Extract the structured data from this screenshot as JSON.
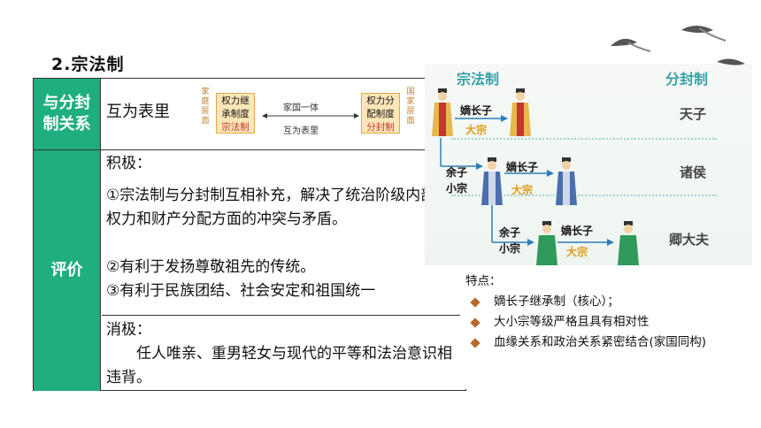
{
  "slide": {
    "title": "2.宗法制"
  },
  "table": {
    "rows": [
      {
        "header": "与分封制关系",
        "content": "互为表里"
      },
      {
        "header": "评价",
        "positive_label": "积极：",
        "positive_items": [
          "①宗法制与分封制互相补充，解决了统治阶级内部在权力和财产分配方面的冲突与矛盾。",
          "②有利于发扬尊敬祖先的传统。",
          "③有利于民族团结、社会安定和祖国统一"
        ],
        "negative_label": "消极：",
        "negative_text": "任人唯亲、重男轻女与现代的平等和法治意识相违背。"
      }
    ]
  },
  "mini_diagram": {
    "left_vertical": "家庭层面",
    "box_left_top": "权力继承制度",
    "box_left_bottom": "宗法制",
    "middle_top": "家国一体",
    "middle_bottom": "互为表里",
    "box_right_top": "权力分配制度",
    "box_right_bottom": "分封制",
    "right_vertical": "国家层面"
  },
  "diagram": {
    "headers": {
      "left": "宗法制",
      "right": "分封制"
    },
    "ranks": [
      "天子",
      "诸侯",
      "卿大夫"
    ],
    "di_zhang_zi": "嫡长子",
    "da_zong": "大宗",
    "yu_zi": "余子",
    "xiao_zong": "小宗",
    "colors": {
      "king": "#e8b84a",
      "noble": "#4a6fae",
      "minister": "#2f9a5a",
      "header": "#3aa0a8",
      "accent": "#e09a16"
    }
  },
  "features": {
    "title": "特点：",
    "items": [
      "嫡长子继承制（核心）；",
      "大小宗等级严格且具有相对性",
      "血缘关系和政治关系紧密结合(家国同构)"
    ]
  }
}
